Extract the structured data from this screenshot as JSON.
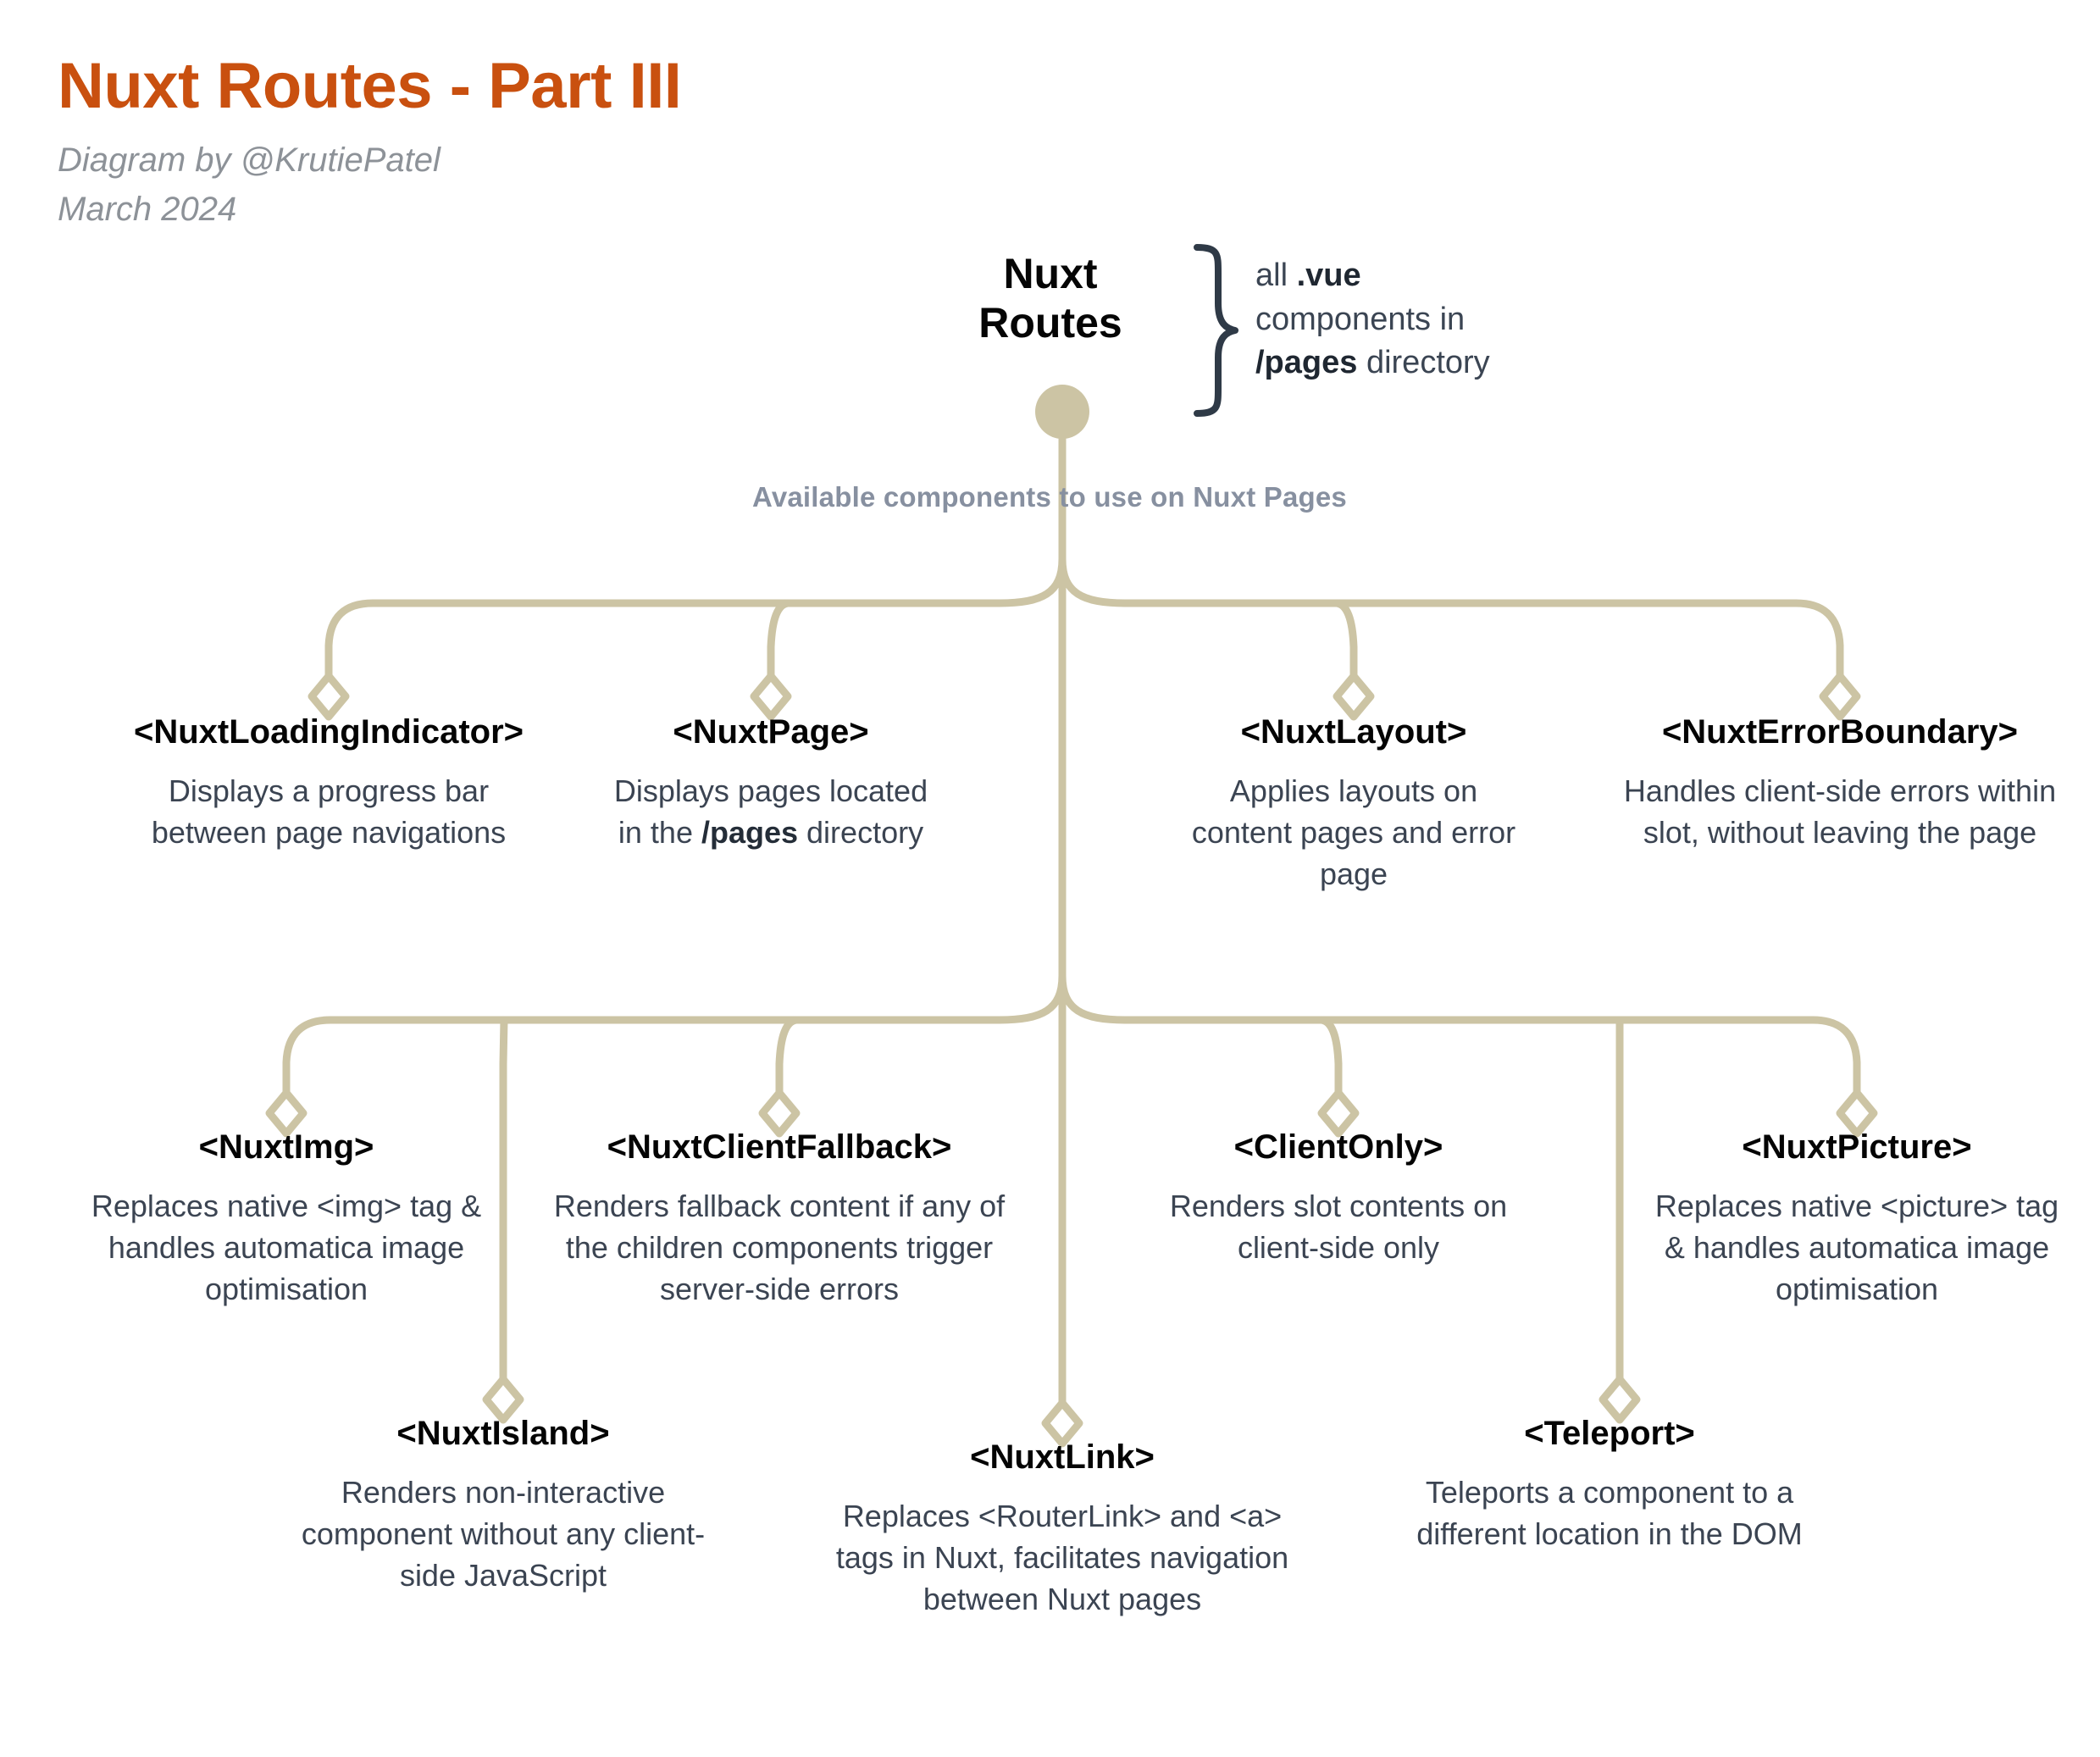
{
  "header": {
    "title": "Nuxt Routes - Part III",
    "byline_author": "Diagram by @KrutiePatel",
    "byline_date": "March 2024",
    "title_color": "#c9500f",
    "byline_color": "#8d9298"
  },
  "theme": {
    "connector_color": "#ccc4a4",
    "node_title_color": "#040404",
    "node_desc_color": "#3b4452",
    "subtitle_color": "#8790a0",
    "background": "#ffffff"
  },
  "root": {
    "label": "Nuxt\nRoutes",
    "note_plain_1": "all ",
    "note_bold_1": ".vue",
    "note_plain_2": "components in ",
    "note_bold_2": "/pages",
    "note_plain_3": " directory"
  },
  "subtitle": "Available components to use on Nuxt Pages",
  "nodes": {
    "row1": [
      {
        "title": "<NuxtLoadingIndicator>",
        "desc": "Displays a progress bar between page navigations"
      },
      {
        "title": "<NuxtPage>",
        "desc_pre": "Displays pages located in the ",
        "desc_bold": "/pages",
        "desc_post": " directory"
      },
      {
        "title": "<NuxtLayout>",
        "desc": "Applies layouts on content pages and error page"
      },
      {
        "title": "<NuxtErrorBoundary>",
        "desc": "Handles client-side errors within slot, without leaving the page"
      }
    ],
    "row2": [
      {
        "title": "<NuxtImg>",
        "desc": "Replaces native <img> tag & handles automatica image optimisation"
      },
      {
        "title": "<NuxtClientFallback>",
        "desc": "Renders fallback content if any of the children components trigger server-side errors"
      },
      {
        "title": "<ClientOnly>",
        "desc": "Renders slot contents on client-side only"
      },
      {
        "title": "<NuxtPicture>",
        "desc": "Replaces native <picture> tag & handles automatica image optimisation"
      }
    ],
    "row3": [
      {
        "title": "<NuxtIsland>",
        "desc": "Renders non-interactive component without any client-side JavaScript"
      },
      {
        "title": "<NuxtLink>",
        "desc": "Replaces <RouterLink> and <a> tags in Nuxt, facilitates navigation between Nuxt pages"
      },
      {
        "title": "<Teleport>",
        "desc": "Teleports a component to a different location in the DOM"
      }
    ]
  }
}
